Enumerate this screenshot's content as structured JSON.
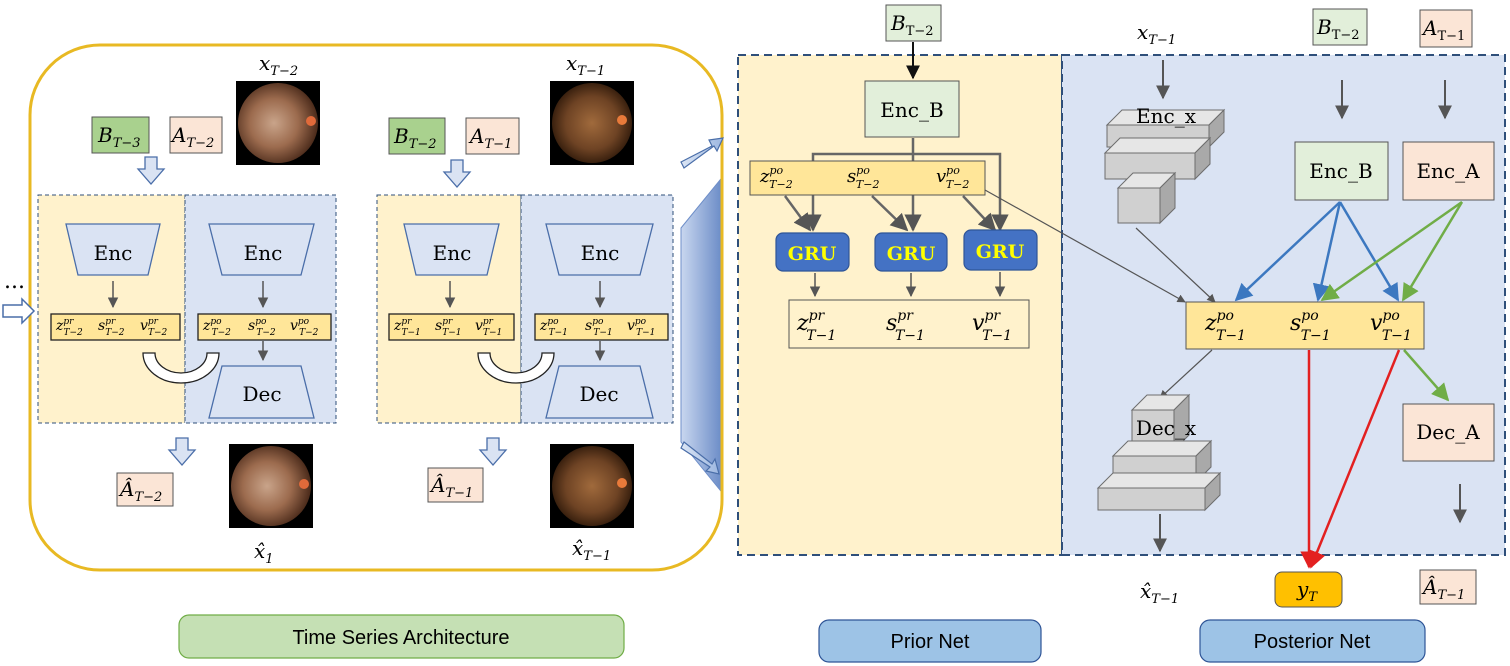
{
  "labels": {
    "x_tm2": "x",
    "x_tm2_sub": "T−2",
    "x_tm1": "x",
    "x_tm1_sub": "T−1",
    "B_tm3": "B",
    "B_tm3_sub": "T−3",
    "A_tm2": "A",
    "A_tm2_sub": "T−2",
    "B_tm2": "B",
    "B_tm2_sub": "T−2",
    "A_tm1": "A",
    "A_tm1_sub": "T−1",
    "enc": "Enc",
    "dec": "Dec",
    "z_pr_tm2": "z",
    "z_pr_tm2_sup": "pr",
    "z_pr_tm2_sub": "T−2",
    "s_pr_tm2": "s",
    "s_pr_tm2_sup": "pr",
    "s_pr_tm2_sub": "T−2",
    "v_pr_tm2": "v",
    "v_pr_tm2_sup": "pr",
    "v_pr_tm2_sub": "T−2",
    "z_po_tm2": "z",
    "z_po_tm2_sup": "po",
    "z_po_tm2_sub": "T−2",
    "s_po_tm2": "s",
    "s_po_tm2_sup": "po",
    "s_po_tm2_sub": "T−2",
    "v_po_tm2": "v",
    "v_po_tm2_sup": "po",
    "v_po_tm2_sub": "T−2",
    "z_pr_tm1": "z",
    "z_pr_tm1_sup": "pr",
    "z_pr_tm1_sub": "T−1",
    "s_pr_tm1": "s",
    "s_pr_tm1_sup": "pr",
    "s_pr_tm1_sub": "T−1",
    "v_pr_tm1": "v",
    "v_pr_tm1_sup": "pr",
    "v_pr_tm1_sub": "T−1",
    "z_po_tm1": "z",
    "z_po_tm1_sup": "po",
    "z_po_tm1_sub": "T−1",
    "s_po_tm1": "s",
    "s_po_tm1_sup": "po",
    "s_po_tm1_sub": "T−1",
    "v_po_tm1": "v",
    "v_po_tm1_sup": "po",
    "v_po_tm1_sub": "T−1",
    "Ahat_tm2": "Â",
    "Ahat_tm2_sub": "T−2",
    "Ahat_tm1": "Â",
    "Ahat_tm1_sub": "T−1",
    "xhat_1": "x̂",
    "xhat_1_sub": "1",
    "xhat_tm1": "x̂",
    "xhat_tm1_sub": "T−1",
    "ellipsis": "...",
    "enc_b": "Enc_B",
    "enc_a": "Enc_A",
    "enc_x": "Enc_x",
    "dec_x": "Dec_x",
    "dec_a": "Dec_A",
    "gru": "GRU",
    "y_t": "y",
    "y_t_sub": "T"
  },
  "captions": {
    "time_series": "Time Series Architecture",
    "prior_net": "Prior Net",
    "posterior_net": "Posterior Net"
  },
  "colors": {
    "gold_border": "#e8b923",
    "prior_bg": "#fff2cc",
    "posterior_bg": "#dae3f3",
    "enc_fill": "#dae3f3",
    "enc_stroke": "#4a6ea9",
    "latent_fill": "#ffe699",
    "green_box": "#a9d18e",
    "light_green_box": "#e2efda",
    "pink_box": "#fbe5d6",
    "gru_fill": "#4472c4",
    "gru_text": "#ffff00",
    "y_fill": "#ffc000",
    "caption_green": "#c5e0b4",
    "caption_blue": "#9dc3e6",
    "arrow_blue": "#3c78c0",
    "arrow_green": "#70ad47",
    "arrow_red": "#e32020",
    "dashed_navy": "#2f4f7a"
  }
}
